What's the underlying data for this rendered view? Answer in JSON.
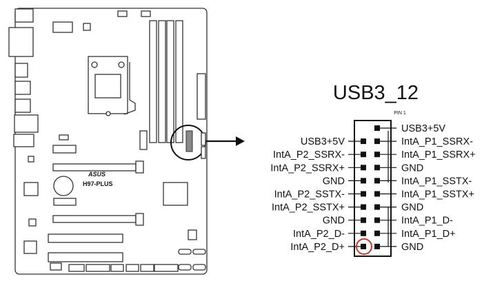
{
  "header": {
    "title": "USB3_12",
    "pin1_label": "PIN 1"
  },
  "board": {
    "brand": "ASUS",
    "model": "H97-PLUS"
  },
  "pins": {
    "left": [
      "",
      "USB3+5V",
      "IntA_P2_SSRX-",
      "IntA_P2_SSRX+",
      "GND",
      "IntA_P2_SSTX-",
      "IntA_P2_SSTX+",
      "GND",
      "IntA_P2_D-",
      "IntA_P2_D+"
    ],
    "right": [
      "USB3+5V",
      "IntA_P1_SSRX-",
      "IntA_P1_SSRX+",
      "GND",
      "IntA_P1_SSTX-",
      "IntA_P1_SSTX+",
      "GND",
      "IntA_P1_D-",
      "IntA_P1_D+",
      "GND"
    ]
  },
  "colors": {
    "highlight": "#c0392b",
    "header_fill": "#8a8a8a"
  }
}
